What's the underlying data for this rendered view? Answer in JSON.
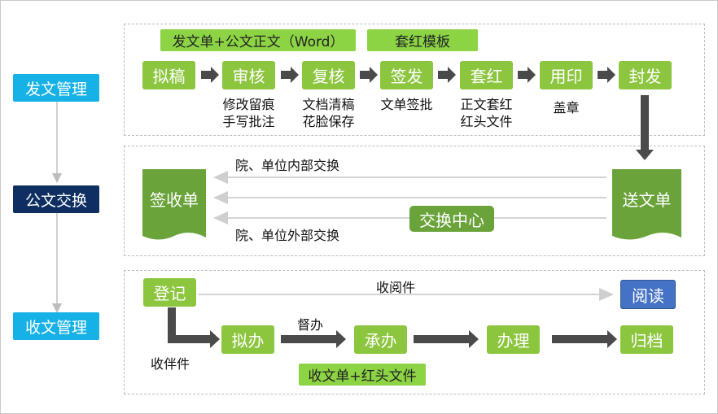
{
  "sidebar": {
    "send": "发文管理",
    "exchange": "公文交换",
    "receive": "收文管理"
  },
  "send_panel": {
    "highlight_word": "发文单+公文正文（Word）",
    "highlight_template": "套红模板",
    "steps": [
      "拟稿",
      "审核",
      "复核",
      "签发",
      "套红",
      "用印",
      "封发"
    ],
    "captions": {
      "review": [
        "修改留痕",
        "手写批注"
      ],
      "recheck": [
        "文档清稿",
        "花脸保存"
      ],
      "sign": [
        "文单签批"
      ],
      "redhead": [
        "正文套红",
        "红头文件"
      ],
      "stamp": [
        "盖章"
      ]
    }
  },
  "exchange_panel": {
    "sign_receipt": "签收单",
    "send_doc": "送文单",
    "internal_label": "院、单位内部交换",
    "external_label": "院、单位外部交换",
    "center": "交换中心"
  },
  "receive_panel": {
    "register": "登记",
    "read_label": "收阅件",
    "read": "阅读",
    "supervise_label": "督办",
    "receipt_label": "收伴件",
    "steps": [
      "拟办",
      "承办",
      "办理",
      "归档"
    ],
    "highlight": "收文单+红头文件"
  },
  "colors": {
    "green": "#8cc63f",
    "dark_green": "#6aa33a",
    "navy": "#0f2f63",
    "cyan": "#16b1e6",
    "blue": "#4472c4"
  }
}
